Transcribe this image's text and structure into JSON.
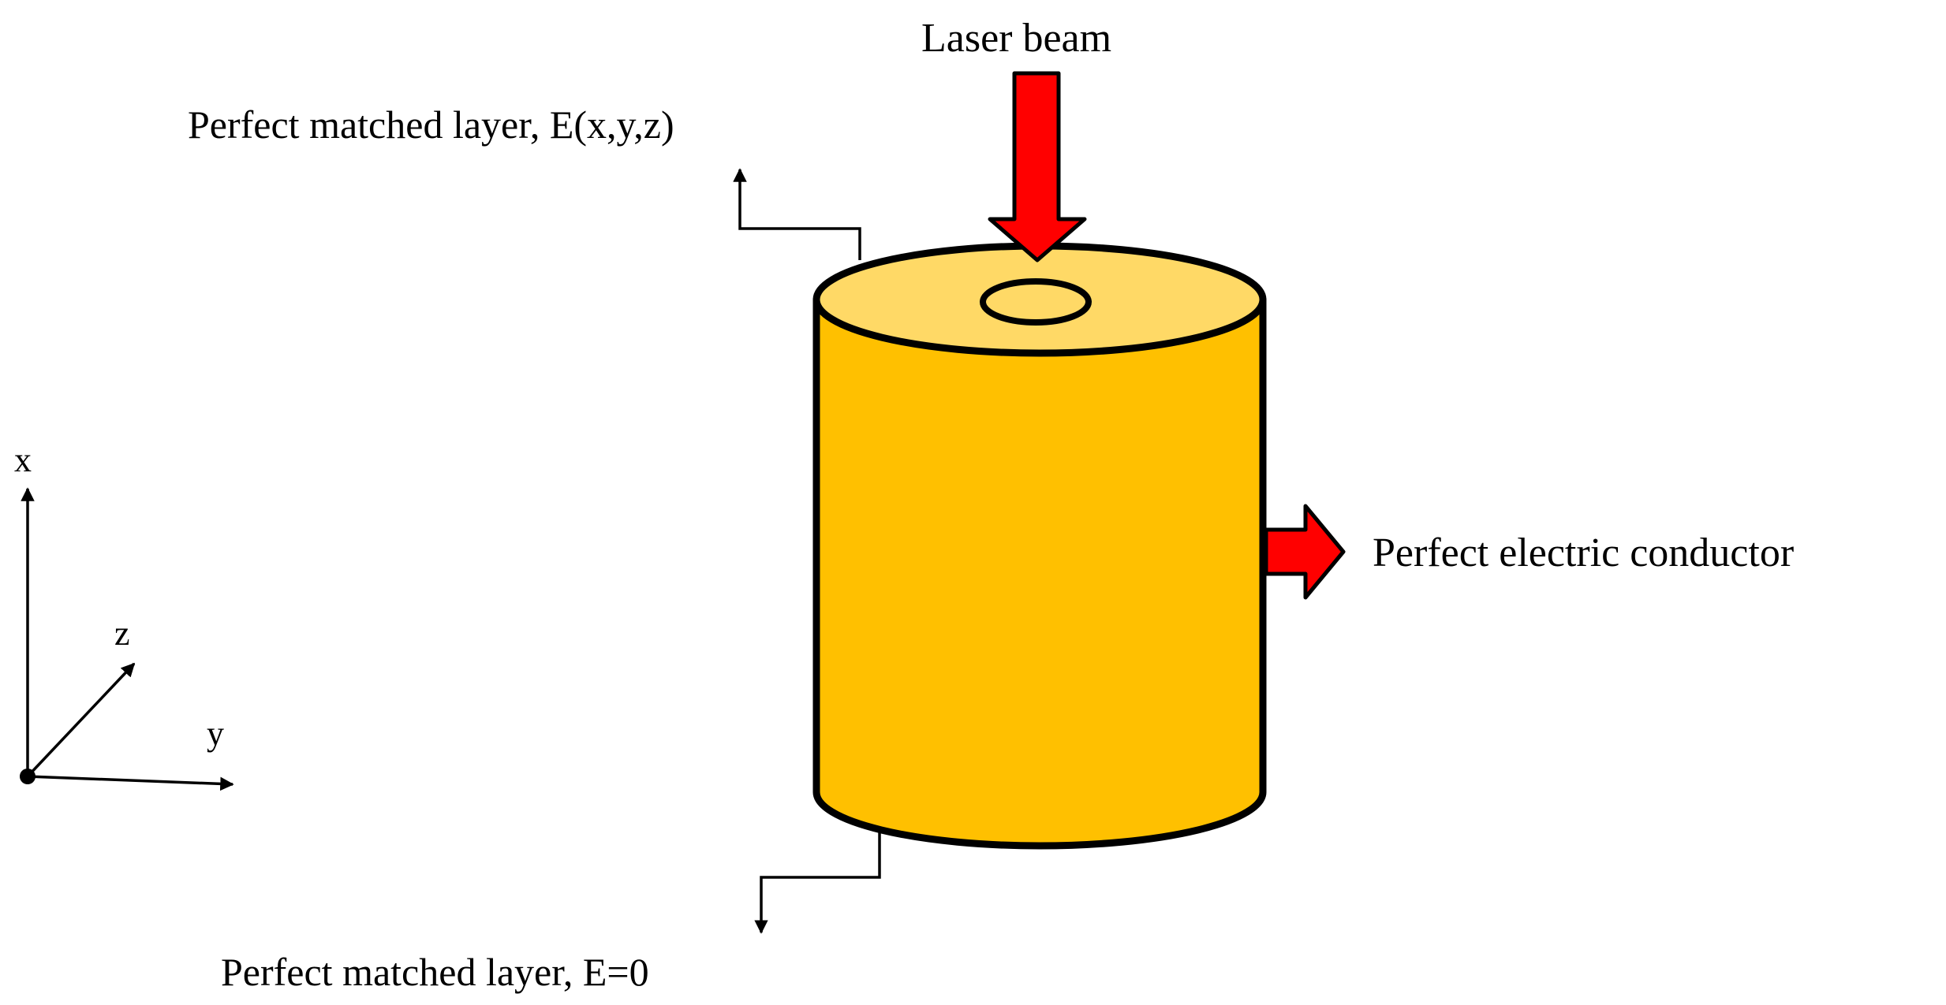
{
  "labels": {
    "laser_beam": "Laser beam",
    "pml_top": "Perfect matched layer, E(x,y,z)",
    "pml_bottom": "Perfect matched layer, E=0",
    "pec": "Perfect electric conductor"
  },
  "axes": {
    "x": "x",
    "y": "y",
    "z": "z"
  },
  "colors": {
    "cylinder_body": "#FFC000",
    "cylinder_top": "#FFD966",
    "arrow_red": "#FF0000",
    "outline": "#000000"
  }
}
